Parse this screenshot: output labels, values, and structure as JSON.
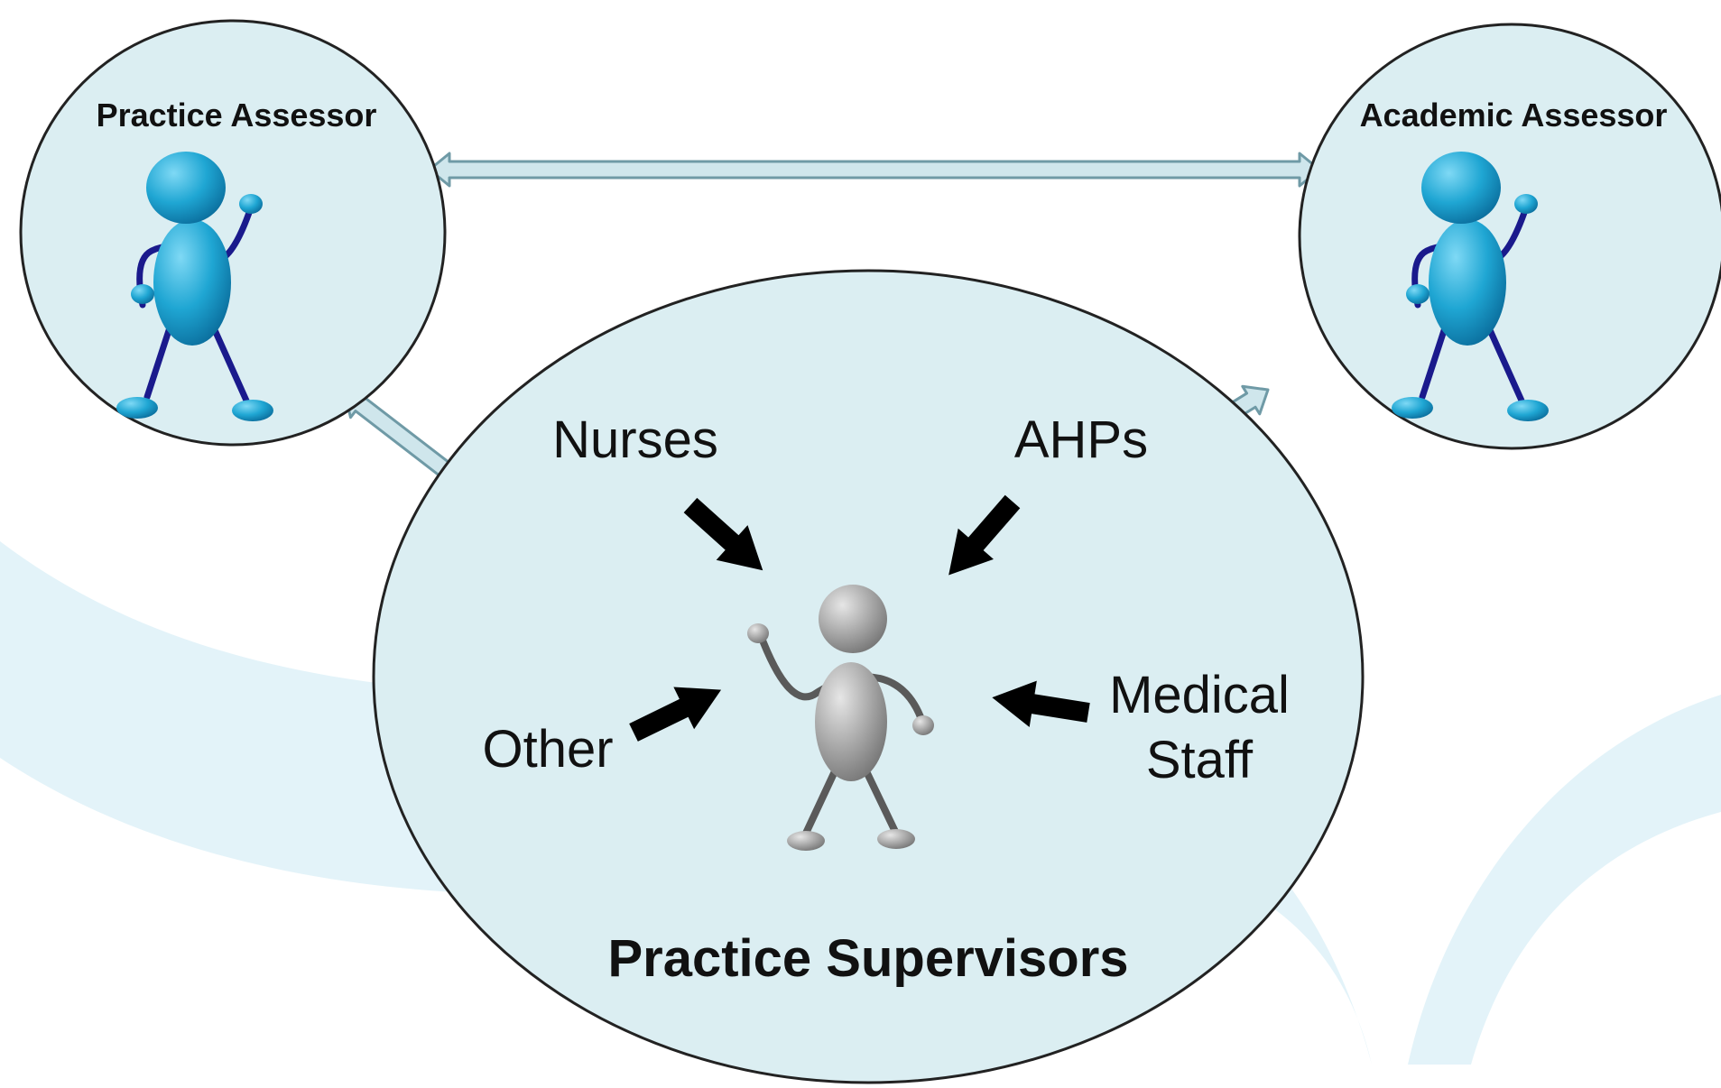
{
  "colors": {
    "background": "#ffffff",
    "swoosh": "#e3f3f9",
    "circle_fill": "#dbeef2",
    "circle_stroke": "#222222",
    "connector_fill": "#cfe6ec",
    "connector_stroke": "#6f9aa6",
    "figure_blue": "#1e9fcc",
    "figure_limb_blue": "#1a1a8c",
    "figure_grey": "#a8a8a8",
    "figure_limb_grey": "#5a5a5a",
    "pointer_arrow": "#000000"
  },
  "nodes": {
    "practice_assessor": {
      "title": "Practice Assessor",
      "icon": "person-blue-icon"
    },
    "academic_assessor": {
      "title": "Academic Assessor",
      "icon": "person-blue-icon"
    },
    "practice_supervisors": {
      "title": "Practice Supervisors",
      "icon": "person-grey-icon",
      "groups": {
        "nurses": "Nurses",
        "ahps": "AHPs",
        "other": "Other",
        "medical_line1": "Medical",
        "medical_line2": "Staff"
      }
    }
  },
  "edges": [
    {
      "from": "practice_assessor",
      "to": "academic_assessor",
      "style": "double-headed"
    },
    {
      "from": "practice_assessor",
      "to": "practice_supervisors",
      "style": "double-headed"
    },
    {
      "from": "academic_assessor",
      "to": "practice_supervisors",
      "style": "double-headed"
    }
  ]
}
